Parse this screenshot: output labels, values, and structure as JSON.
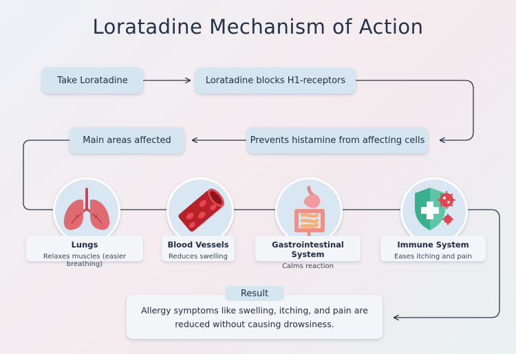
{
  "title": "Loratadine Mechanism of Action",
  "steps": [
    "Take Loratadine",
    "Loratadine blocks H1-receptors",
    "Prevents histamine from affecting cells",
    "Main areas affected"
  ],
  "areas": [
    {
      "name": "Lungs",
      "effect": "Relaxes muscles (easier breathing)",
      "icon": "lungs-icon"
    },
    {
      "name": "Blood Vessels",
      "effect": "Reduces swelling",
      "icon": "blood-vessel-icon"
    },
    {
      "name": "Gastrointestinal System",
      "effect": "Calms reaction",
      "icon": "digestive-system-icon"
    },
    {
      "name": "Immune System",
      "effect": "Eases itching and pain",
      "icon": "shield-virus-icon"
    }
  ],
  "result": {
    "label": "Result",
    "text": "Allergy symptoms like swelling, itching, and pain are reduced without causing drowsiness."
  },
  "colors": {
    "pill": "#d6e6f1",
    "card": "#f3f5f8",
    "organ_red": "#e06a72",
    "vessel_red": "#c8232b",
    "shield_green": "#3bb08f",
    "line": "#2b3446"
  }
}
